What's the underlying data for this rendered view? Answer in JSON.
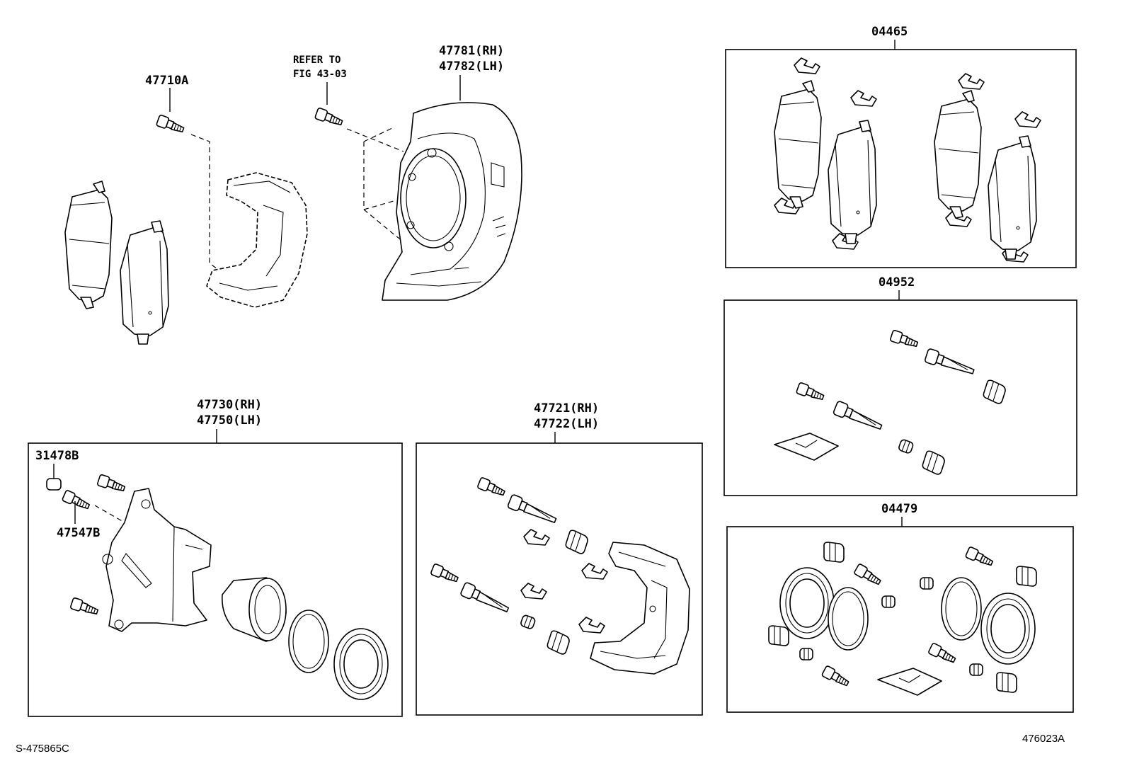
{
  "labels": {
    "l47710a": "47710A",
    "refer_line1": "REFER TO",
    "refer_line2": "FIG 43-03",
    "l47781": "47781(RH)",
    "l47782": "47782(LH)",
    "l04465": "04465",
    "l04952": "04952",
    "l04479": "04479",
    "l47730": "47730(RH)",
    "l47750": "47750(LH)",
    "l47721": "47721(RH)",
    "l47722": "47722(LH)",
    "l31478b": "31478B",
    "l47547b": "47547B"
  },
  "codes": {
    "left": "S-475865C",
    "right": "476023A"
  }
}
